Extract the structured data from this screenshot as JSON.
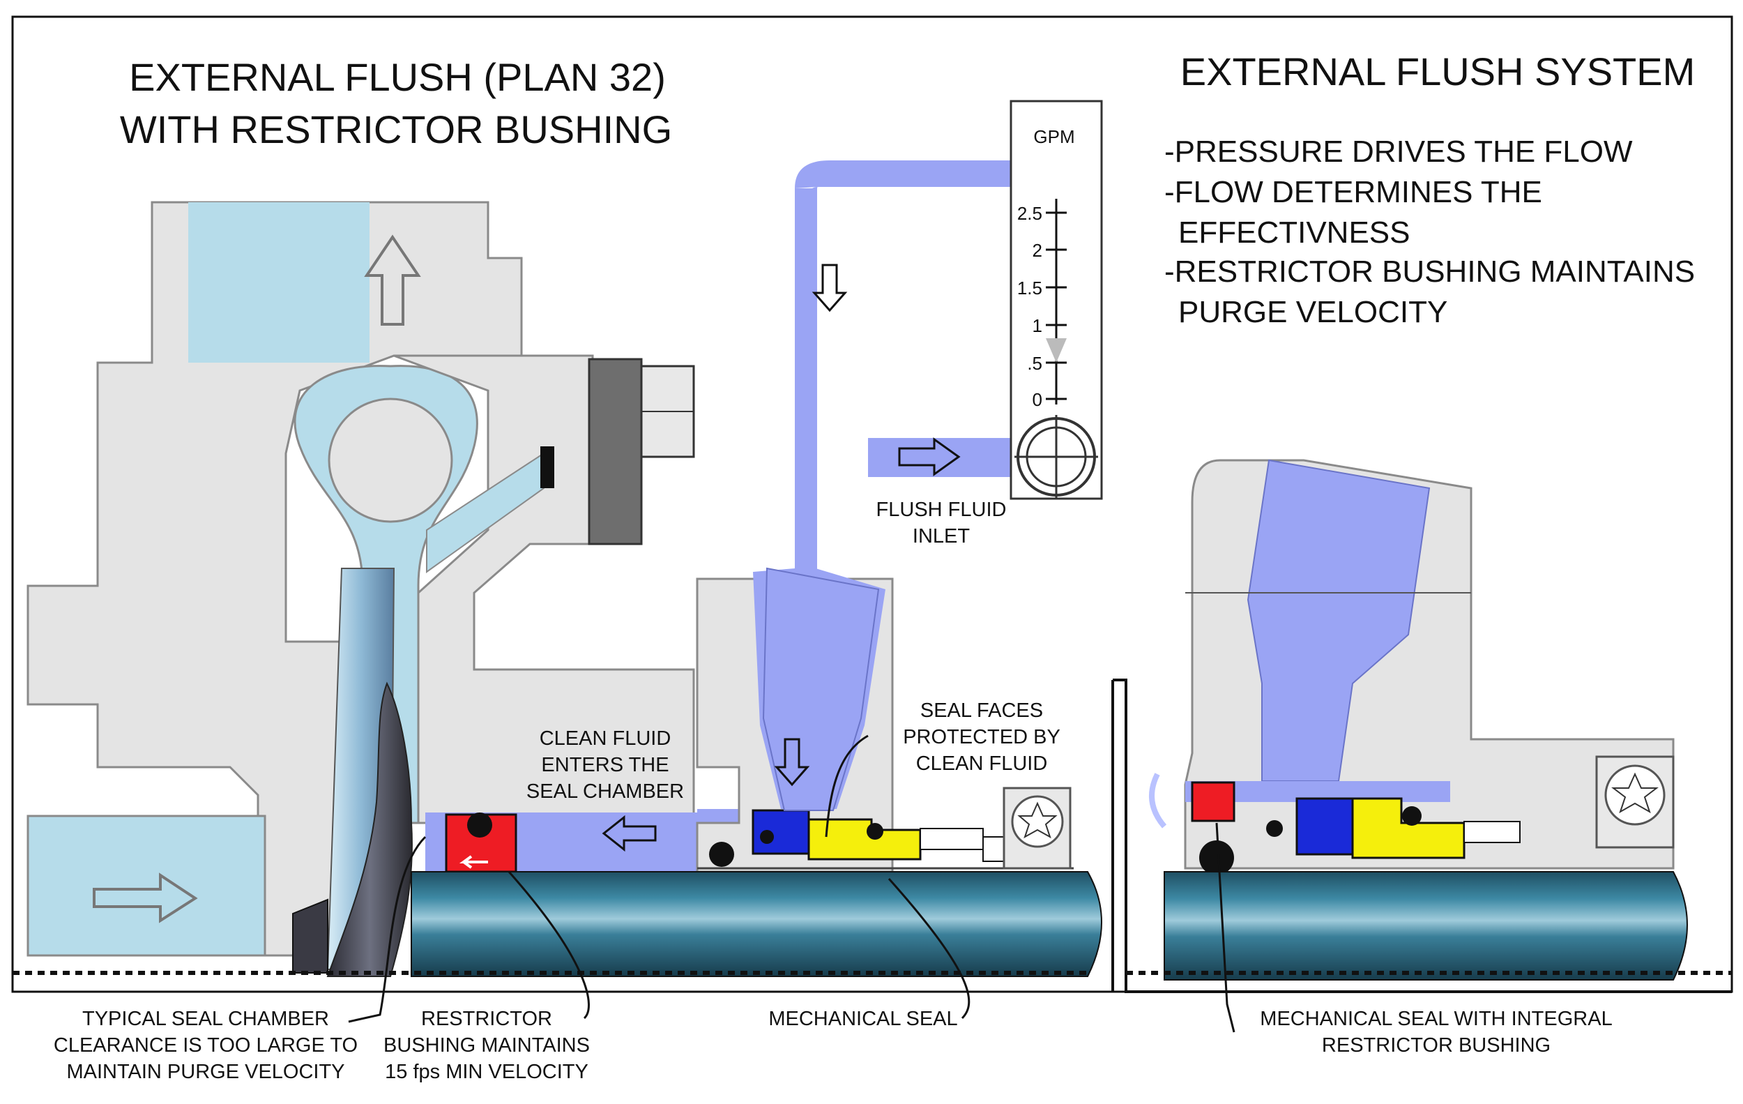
{
  "left_title": {
    "line1": "EXTERNAL FLUSH (PLAN 32)",
    "line2": "WITH RESTRICTOR BUSHING"
  },
  "right_title": "EXTERNAL FLUSH SYSTEM",
  "bullets": {
    "b1": "-PRESSURE DRIVES THE FLOW",
    "b2a": "-FLOW DETERMINES THE",
    "b2b": "EFFECTIVNESS",
    "b3a": "-RESTRICTOR BUSHING MAINTAINS",
    "b3b": "PURGE VELOCITY"
  },
  "flowmeter": {
    "unit": "GPM",
    "ticks": [
      "2.5",
      "2",
      "1.5",
      "1",
      ".5",
      "0"
    ]
  },
  "labels": {
    "flush_inlet": {
      "l1": "FLUSH FLUID",
      "l2": "INLET"
    },
    "clean_fluid": {
      "l1": "CLEAN FLUID",
      "l2": "ENTERS THE",
      "l3": "SEAL CHAMBER"
    },
    "seal_faces": {
      "l1": "SEAL FACES",
      "l2": "PROTECTED BY",
      "l3": "CLEAN FLUID"
    },
    "chamber_clearance": {
      "l1": "TYPICAL SEAL CHAMBER",
      "l2": "CLEARANCE IS TOO LARGE TO",
      "l3": "MAINTAIN PURGE VELOCITY"
    },
    "restrictor": {
      "l1": "RESTRICTOR",
      "l2": "BUSHING MAINTAINS",
      "l3": "15 fps MIN VELOCITY"
    },
    "mech_seal": "MECHANICAL SEAL",
    "integral": {
      "l1": "MECHANICAL SEAL WITH INTEGRAL",
      "l2": "RESTRICTOR BUSHING"
    }
  },
  "colors": {
    "flush_fluid": "#9aa4f4",
    "process_fluid": "#b6dcea",
    "housing": "#e6e6e6",
    "restrictor_bushing": "#ee1c24",
    "seal_blue": "#1a2ad8",
    "seal_yellow": "#f5ef0c",
    "shaft": "#2c6e87",
    "gland": "#6e6e6e"
  },
  "icons": [
    "arrow-up-icon",
    "arrow-right-icon",
    "arrow-down-icon",
    "arrow-left-icon",
    "star-bolt-icon",
    "hex-bolt-icon"
  ]
}
